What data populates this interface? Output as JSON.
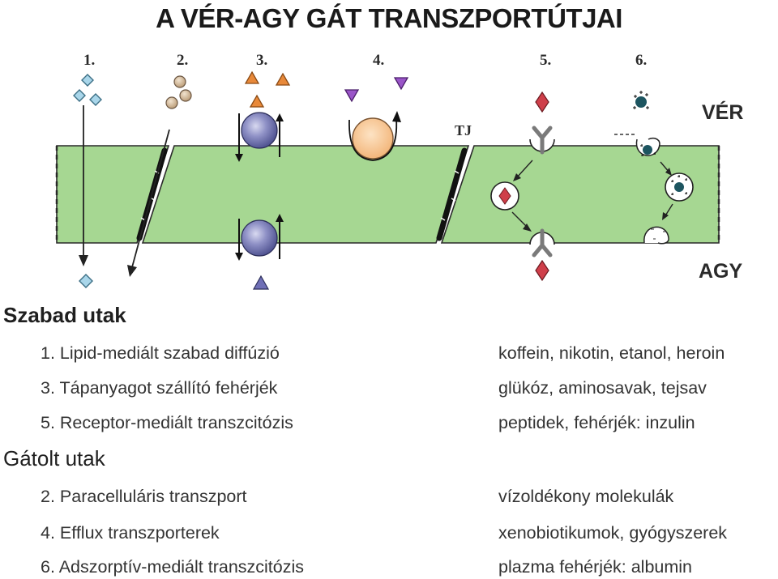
{
  "title": "A VÉR-AGY GÁT TRANSZPORTÚTJAI",
  "diagram": {
    "route_numbers": [
      "1.",
      "2.",
      "3.",
      "4.",
      "5.",
      "6."
    ],
    "tj_label": "TJ",
    "blood_label": "VÉR",
    "brain_label": "AGY"
  },
  "free_routes": {
    "heading": "Szabad utak",
    "items": [
      {
        "route": "1. Lipid-mediált szabad diffúzió",
        "examples": "koffein, nikotin, etanol, heroin"
      },
      {
        "route": "3. Tápanyagot szállító fehérjék",
        "examples": "glükóz, aminosavak, tejsav"
      },
      {
        "route": "5. Receptor-mediált transzcitózis",
        "examples": "peptidek, fehérjék: inzulin"
      }
    ]
  },
  "blocked_routes": {
    "heading": "Gátolt utak",
    "items": [
      {
        "route": "2. Paracelluláris transzport",
        "examples": "vízoldékony molekulák"
      },
      {
        "route": "4. Efflux transzporterek",
        "examples": "xenobiotikumok, gyógyszerek"
      },
      {
        "route": "6. Adszorptív-mediált transzcitózis",
        "examples": "plazma fehérjék: albumin"
      }
    ]
  },
  "colors": {
    "cell_fill": "#a6d792",
    "cell_stroke": "#2a2a2a",
    "diamond_blue": "#a9d6ea",
    "sphere_beige": "#ddc4a4",
    "triangle_orange": "#e8893a",
    "triangle_purple": "#9a55c8",
    "carrier_blue": "#7c7fba",
    "carrier_orange": "#f5c08a",
    "diamond_red": "#cf3f4a",
    "albumin_dark": "#1d5560"
  }
}
